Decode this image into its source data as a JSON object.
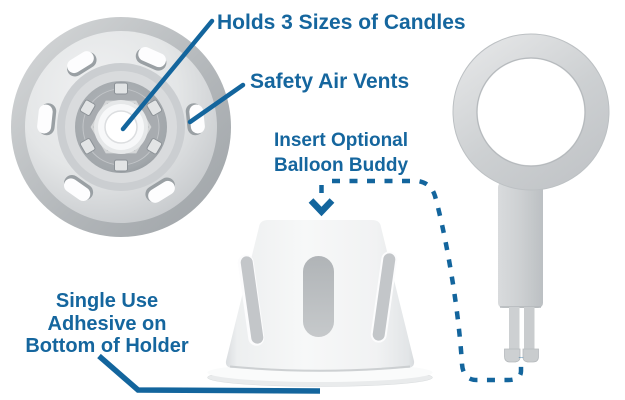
{
  "diagram": {
    "annotations": {
      "candle_sizes": "Holds 3 Sizes of Candles",
      "air_vents": "Safety Air Vents",
      "balloon_buddy": "Insert Optional\nBalloon Buddy",
      "adhesive": "Single Use\nAdhesive on\nBottom of Holder"
    },
    "colors": {
      "annotation_blue": "#15669E",
      "leader_line_blue": "#13659D",
      "product_gray_light": "#F2F3F4",
      "product_gray_mid": "#C9CCCE",
      "product_gray_dark": "#9BA0A4"
    }
  }
}
